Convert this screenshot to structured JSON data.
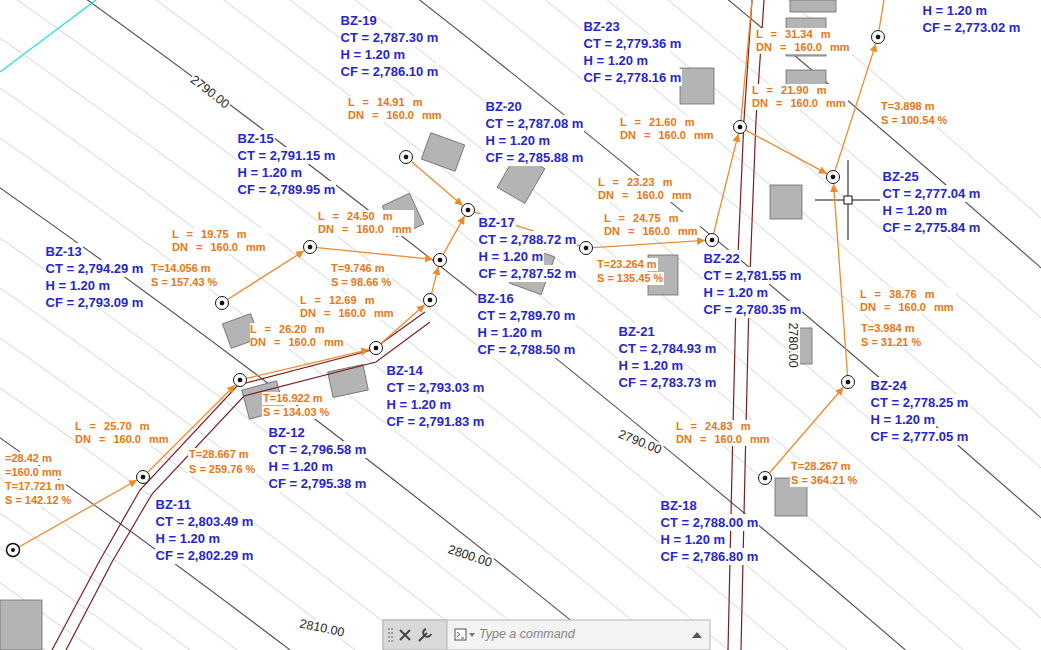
{
  "diagram": {
    "nodes": [
      {
        "text": [
          "H = 1.20 m",
          "CF = 2,773.02 m"
        ]
      },
      {
        "text": [
          "BZ-19",
          "CT = 2,787.30 m",
          "H = 1.20 m",
          "CF = 2,786.10 m"
        ]
      },
      {
        "text": [
          "BZ-23",
          "CT = 2,779.36 m",
          "H = 1.20 m",
          "CF = 2,778.16 m"
        ]
      },
      {
        "text": [
          "BZ-20",
          "CT = 2,787.08 m",
          "H = 1.20 m",
          "CF = 2,785.88 m"
        ]
      },
      {
        "text": [
          "BZ-15",
          "CT = 2,791.15 m",
          "H = 1.20 m",
          "CF = 2,789.95 m"
        ]
      },
      {
        "text": [
          "BZ-25",
          "CT = 2,777.04 m",
          "H = 1.20 m",
          "CF = 2,775.84 m"
        ]
      },
      {
        "text": [
          "BZ-17",
          "CT = 2,788.72 m",
          "H = 1.20 m",
          "CF = 2,787.52 m"
        ]
      },
      {
        "text": [
          "BZ-13",
          "CT = 2,794.29 m",
          "H = 1.20 m",
          "CF = 2,793.09 m"
        ]
      },
      {
        "text": [
          "BZ-22",
          "CT = 2,781.55 m",
          "H = 1.20 m",
          "CF = 2,780.35 m"
        ]
      },
      {
        "text": [
          "BZ-16",
          "CT = 2,789.70 m",
          "H = 1.20 m",
          "CF = 2,788.50 m"
        ]
      },
      {
        "text": [
          "BZ-21",
          "CT = 2,784.93 m",
          "H = 1.20 m",
          "CF = 2,783.73 m"
        ]
      },
      {
        "text": [
          "BZ-14",
          "CT = 2,793.03 m",
          "H = 1.20 m",
          "CF = 2,791.83 m"
        ]
      },
      {
        "text": [
          "BZ-24",
          "CT = 2,778.25 m",
          "H = 1.20 m",
          "CF = 2,777.05 m"
        ]
      },
      {
        "text": [
          "BZ-12",
          "CT = 2,796.58 m",
          "H = 1.20 m",
          "CF = 2,795.38 m"
        ]
      },
      {
        "text": [
          "BZ-18",
          "CT = 2,788.00 m",
          "H = 1.20 m",
          "CF = 2,786.80 m"
        ]
      },
      {
        "text": [
          "BZ-11",
          "CT = 2,803.49 m",
          "H = 1.20 m",
          "CF = 2,802.29 m"
        ]
      }
    ],
    "edges": [
      {
        "from": 7,
        "to": 4,
        "arrow": "to",
        "label": "L = 19.75 m DN = 160.0 mm"
      },
      {
        "from": 15,
        "to": 13,
        "arrow": "to",
        "label": "L = 25.70 m DN = 160.0 mm"
      },
      {
        "from": 13,
        "to": 11,
        "arrow": "to",
        "label": "L = 26.20 m DN = 160.0 mm"
      },
      {
        "from": 4,
        "to": 6,
        "arrow": "to",
        "label": "L = 24.50 m DN = 160.0 mm"
      },
      {
        "from": 11,
        "to": 9,
        "arrow": "to",
        "label": "L = 12.69 m DN = 160.0 mm"
      },
      {
        "from": 9,
        "to": 6,
        "arrow": "to"
      },
      {
        "from": 6,
        "to": 3,
        "arrow": "to"
      },
      {
        "from": 1,
        "to": 3,
        "arrow": "to",
        "label": "L = 14.91 m DN = 160.0 mm"
      },
      {
        "from": 3,
        "to": 10,
        "arrow": "to",
        "label": "L = 23.23 m DN = 160.0 mm"
      },
      {
        "from": 10,
        "to": 8,
        "arrow": "to",
        "label": "L = 24.75 m DN = 160.0 mm"
      },
      {
        "from": 8,
        "to": 2,
        "arrow": "to",
        "label": "L = 21.60 m DN = 160.0 mm"
      },
      {
        "from": 2,
        "to": 5,
        "arrow": "to",
        "label": "L = 21.90 m DN = 160.0 mm"
      },
      {
        "from": 14,
        "to": 12,
        "arrow": "to",
        "label": "L = 24.83 m DN = 160.0 mm"
      },
      {
        "from": 12,
        "to": 5,
        "arrow": "to",
        "label": "L = 38.76 m DN = 160.0 mm"
      },
      {
        "from": 5,
        "to": 0,
        "arrow": "to"
      }
    ],
    "labels": [
      "=28.42 m",
      "=160.0 mm",
      "T=17.721 m",
      "S = 142.12 %",
      "T=28.667 m",
      "S = 259.76 %",
      "T=14.056 m",
      "S = 157.43 %",
      "T=16.922 m",
      "S = 134.03 %",
      "T=9.746 m",
      "S = 98.66 %",
      "T=23.264 m",
      "S = 135.45 %",
      "T=28.267 m",
      "S = 364.21 %",
      "T=3.984 m",
      "S = 31.21 %",
      "T=3.898 m",
      "S = 100.54 %",
      "L = 31.34 m DN = 160.0 mm",
      "2790.00",
      "2790.00",
      "2800.00",
      "2810.00",
      "2780.00",
      "Type a command"
    ]
  }
}
